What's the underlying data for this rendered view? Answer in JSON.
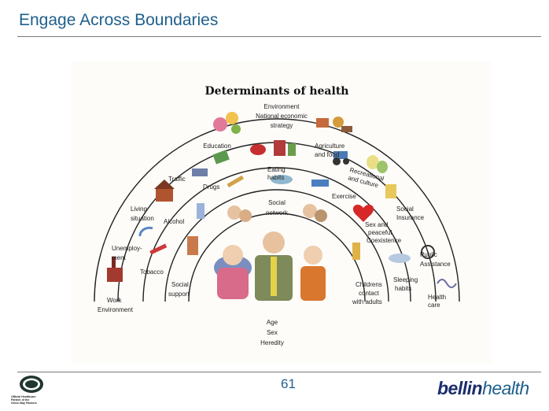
{
  "slide": {
    "title": "Engage Across Boundaries",
    "page_number": "61"
  },
  "diagram": {
    "title": "Determinants of health",
    "arc_labels": {
      "environment": [
        "Environment",
        "National economic",
        "strategy"
      ],
      "education": "Education",
      "agriculture": [
        "Agriculture",
        "and food"
      ],
      "traffic": "Traffic",
      "eating_habits": [
        "Eating",
        "habits"
      ],
      "recreational": [
        "Recreational",
        "and culture"
      ],
      "drugs": "Drugs",
      "living": [
        "Living",
        "situation"
      ],
      "exercise": "Exercise",
      "social_insurance": [
        "Social",
        "Insurance"
      ],
      "social_network": [
        "Social",
        "network"
      ],
      "alcohol": "Alcohol",
      "sex_and_peaceful": [
        "Sex and",
        "peaceful",
        "Coexistence"
      ],
      "unemployment": [
        "Unemploy-",
        "ment"
      ],
      "public_assistance": [
        "Public",
        "Assistance"
      ],
      "tobacco": "Tobacco",
      "work_environment": [
        "Work",
        "Environment"
      ],
      "social_support": [
        "Social",
        "support"
      ],
      "childrens_contact": [
        "Childrens",
        "contact",
        "with adults"
      ],
      "sleeping_habits": [
        "Sleeping",
        "habits"
      ],
      "health_care": [
        "Health",
        "care"
      ],
      "core": [
        "Age",
        "Sex",
        "Heredity"
      ]
    }
  },
  "footer": {
    "packers_caption": [
      "Official Healthcare",
      "Partner of the",
      "Green Bay Packers"
    ],
    "brand_part1": "bellin",
    "brand_part2": "health"
  },
  "colors": {
    "title_blue": "#1f5f8b",
    "brand_navy": "#1b2d6b",
    "packers_green": "#203731"
  }
}
